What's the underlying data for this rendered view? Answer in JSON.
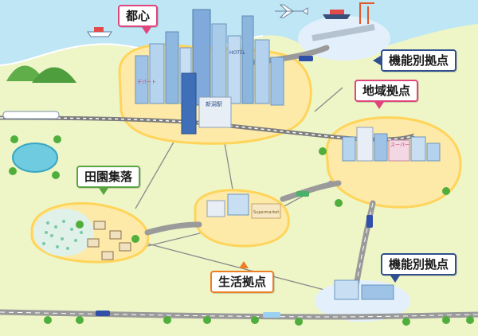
{
  "labels": {
    "toshin": "都心",
    "chiiki_kyoten": "地域拠点",
    "kinou_top": "機能別拠点",
    "kinou_bottom": "機能別拠点",
    "denen": "田園集落",
    "seikatsu": "生活拠点"
  },
  "signs": {
    "station": "新潟駅",
    "hotel": "HOTEL",
    "super": "スーパー",
    "supermarket": "Supermarket",
    "depart": "デパート"
  },
  "colors": {
    "toshin_border": "#e0457b",
    "chiiki_border": "#e0457b",
    "kinou_border": "#2f4f8f",
    "denen_border": "#5aa542",
    "seikatsu_border": "#ef7d22",
    "sea": "#bfe6f5",
    "ground": "#eef6c8",
    "district": "#fde9a8",
    "road": "#9a9a9a"
  }
}
